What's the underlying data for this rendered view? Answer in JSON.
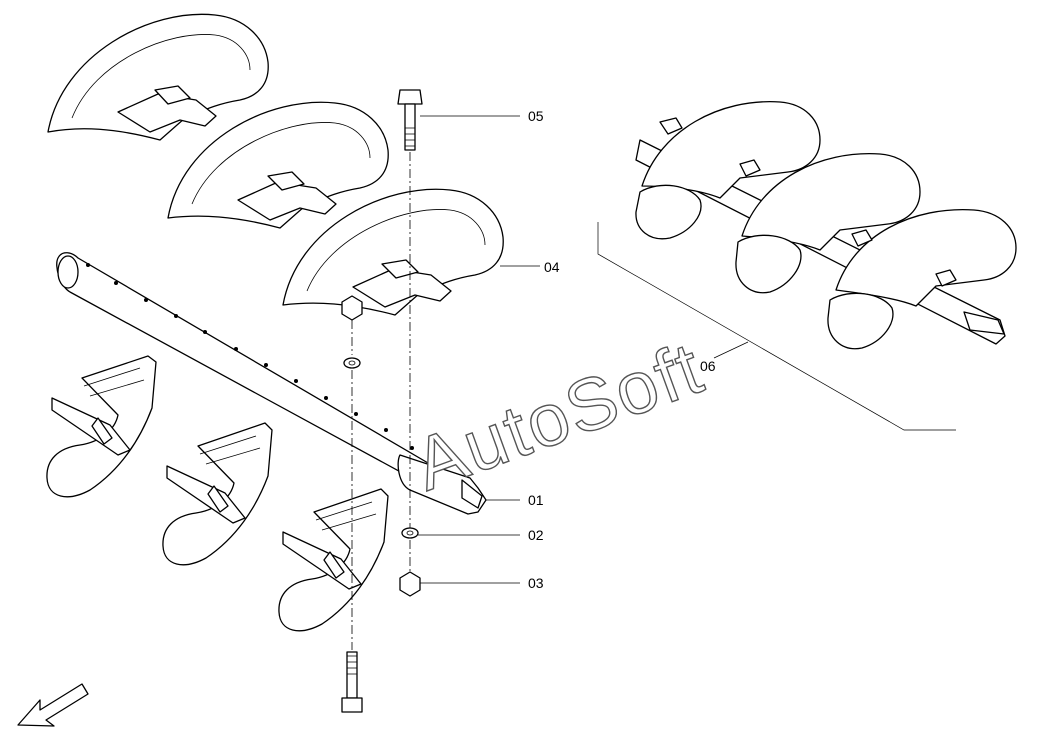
{
  "watermark": "AutoSoft",
  "callouts": [
    {
      "id": "05",
      "label": "05"
    },
    {
      "id": "04",
      "label": "04"
    },
    {
      "id": "06",
      "label": "06"
    },
    {
      "id": "01",
      "label": "01"
    },
    {
      "id": "02",
      "label": "02"
    },
    {
      "id": "03",
      "label": "03"
    }
  ],
  "icons": {
    "direction_arrow": "arrow-down-left-icon"
  }
}
